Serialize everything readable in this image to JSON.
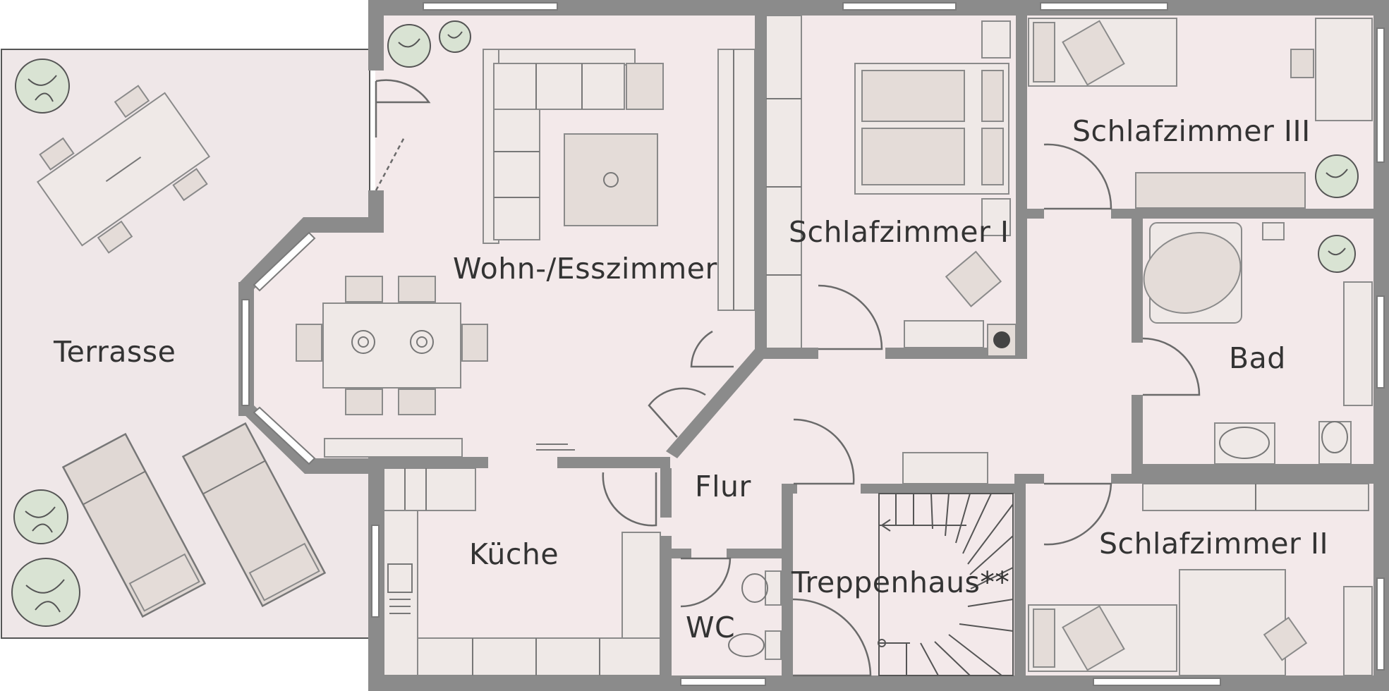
{
  "rooms": {
    "terrasse": "Terrasse",
    "wohn": "Wohn-/Esszimmer",
    "schlaf1": "Schlafzimmer I",
    "schlaf3": "Schlafzimmer III",
    "bad": "Bad",
    "flur": "Flur",
    "kueche": "Küche",
    "wc": "WC",
    "treppe": "Treppenhaus**",
    "schlaf2": "Schlafzimmer II"
  },
  "colors": {
    "floor": "#f3e9ea",
    "terrace": "#efe7e8",
    "wall": "#8b8b8b",
    "furniture": "#e4dcd8",
    "plant": "#d9e3d3"
  },
  "icons": [
    "plant-icon",
    "door-swing-icon",
    "window-icon",
    "toilet-icon",
    "sink-icon",
    "bathtub-icon",
    "stair-arrow-icon"
  ]
}
